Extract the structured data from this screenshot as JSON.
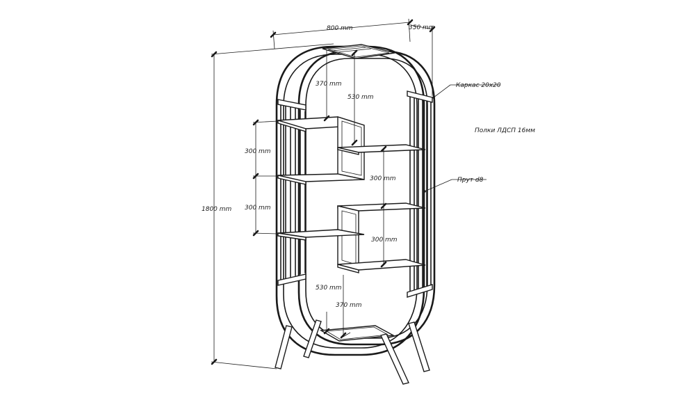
{
  "dimensions": {
    "width": "800 mm",
    "depth": "350 mm",
    "height": "1800 mm",
    "top_inner_depth": "370 mm",
    "top_inner_width": "530 mm",
    "left_shelf_gap_1": "300 mm",
    "left_shelf_gap_2": "300 mm",
    "right_shelf_gap_1": "300 mm",
    "right_shelf_gap_2": "300 mm",
    "bottom_inner_width": "530 mm",
    "bottom_inner_depth": "370 mm"
  },
  "annotations": {
    "frame": "Каркас 20х20",
    "shelves": "Полки ЛДСП 16мм",
    "rod": "Прут d8"
  }
}
